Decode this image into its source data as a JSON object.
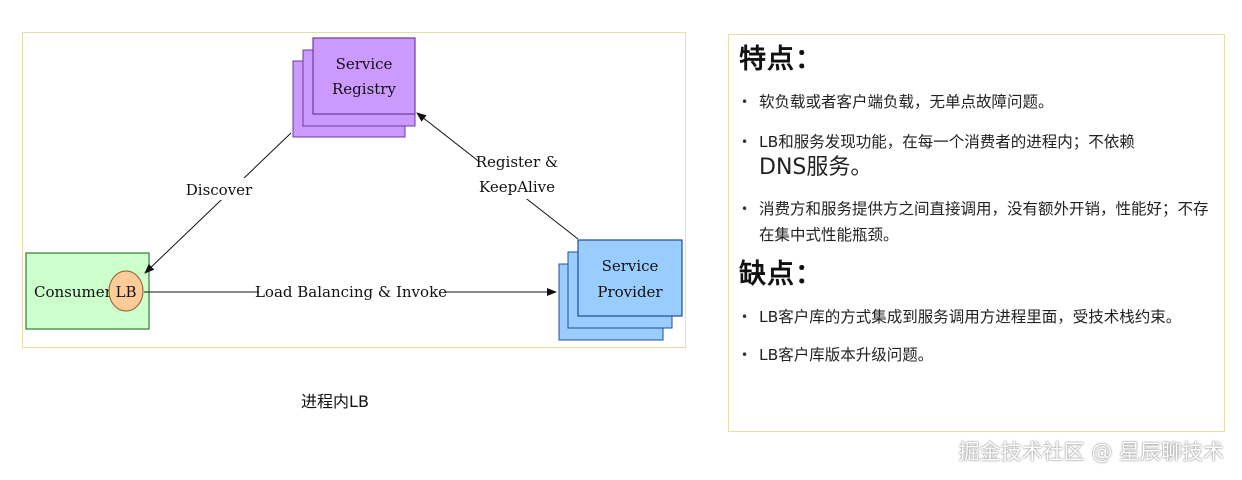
{
  "diagram": {
    "registry": {
      "line1": "Service",
      "line2": "Registry"
    },
    "consumer": {
      "label": "Consumer",
      "lb_label": "LB"
    },
    "provider": {
      "line1": "Service",
      "line2": "Provider"
    },
    "discover_label": "Discover",
    "register_label_1": "Register &",
    "register_label_2": "KeepAlive",
    "invoke_label": "Load Balancing & Invoke",
    "caption": "进程内LB",
    "colors": {
      "registry_fill": "#cc99ff",
      "registry_stroke": "#6a3d9a",
      "consumer_fill": "#ccffcc",
      "consumer_stroke": "#2e7d32",
      "lb_fill": "#ffcc99",
      "provider_fill": "#99ccff",
      "provider_stroke": "#1f4e9c"
    }
  },
  "info": {
    "pros_title": "特点：",
    "pros": [
      {
        "text": "软负载或者客户端负载，无单点故障问题。"
      },
      {
        "text_a": "LB和服务发现功能，在每一个消费者的进程内；不依赖",
        "text_b": "DNS服务。"
      },
      {
        "text": "消费方和服务提供方之间直接调用，没有额外开销，性能好；不存在集中式性能瓶颈。"
      }
    ],
    "cons_title": "缺点：",
    "cons": [
      {
        "text": "LB客户库的方式集成到服务调用方进程里面，受技术栈约束。"
      },
      {
        "text": "LB客户库版本升级问题。"
      }
    ],
    "bullet_char": "•"
  },
  "watermark": "掘金技术社区 @ 星辰聊技术"
}
